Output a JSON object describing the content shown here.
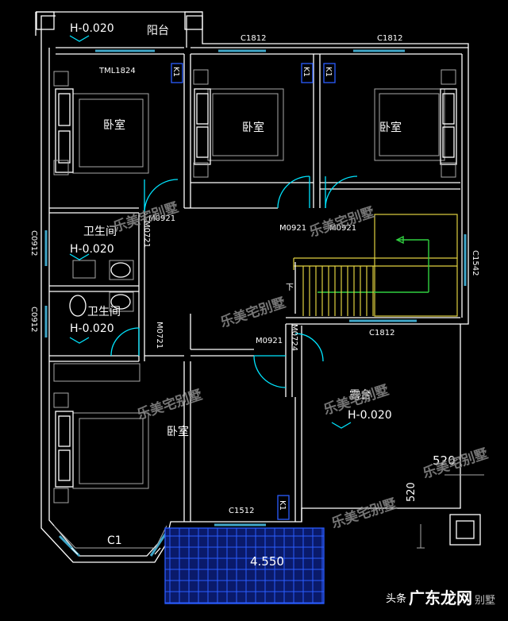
{
  "rooms": {
    "balcony": "阳台",
    "bedroom_1": "卧室",
    "bedroom_2": "卧室",
    "bedroom_3": "卧室",
    "bedroom_4": "卧室",
    "bathroom_1": "卫生间",
    "bathroom_2": "卫生间",
    "terrace": "露台"
  },
  "levels": {
    "balcony": "H-0.020",
    "bath_1": "H-0.020",
    "bath_2": "H-0.020",
    "terrace": "H-0.020",
    "roof_tile": "4.550"
  },
  "windows": {
    "top_left": "C1812",
    "top_right": "C1812",
    "stair": "C1812",
    "bottom": "C1512",
    "bay": "C1",
    "balcony_door": "TML1824",
    "left_1": "C0912",
    "left_2": "C0912",
    "right": "C1542"
  },
  "doors": {
    "bath_1": "M0921",
    "bath_1_side": "M0721",
    "bath_2_side": "M0721",
    "bedroom_2": "M0921",
    "bedroom_3": "M0921",
    "terrace": "M0921",
    "terrace_side": "M0724"
  },
  "tags": {
    "k1": "K1",
    "k2": "K1",
    "k3": "K1",
    "k4": "K1"
  },
  "stair_down": "下",
  "dims": {
    "terrace_width": "520",
    "terrace_depth": "520"
  },
  "watermarks": {
    "w1": "乐美宅别墅",
    "w2": "乐美宅别墅",
    "w3": "乐美宅别墅",
    "w4": "乐美宅别墅",
    "w5": "乐美宅别墅",
    "w6": "乐美宅别墅",
    "w7": "乐美宅别墅"
  },
  "footer": {
    "source": "头条",
    "site": "广东龙网",
    "brand": "别墅"
  }
}
